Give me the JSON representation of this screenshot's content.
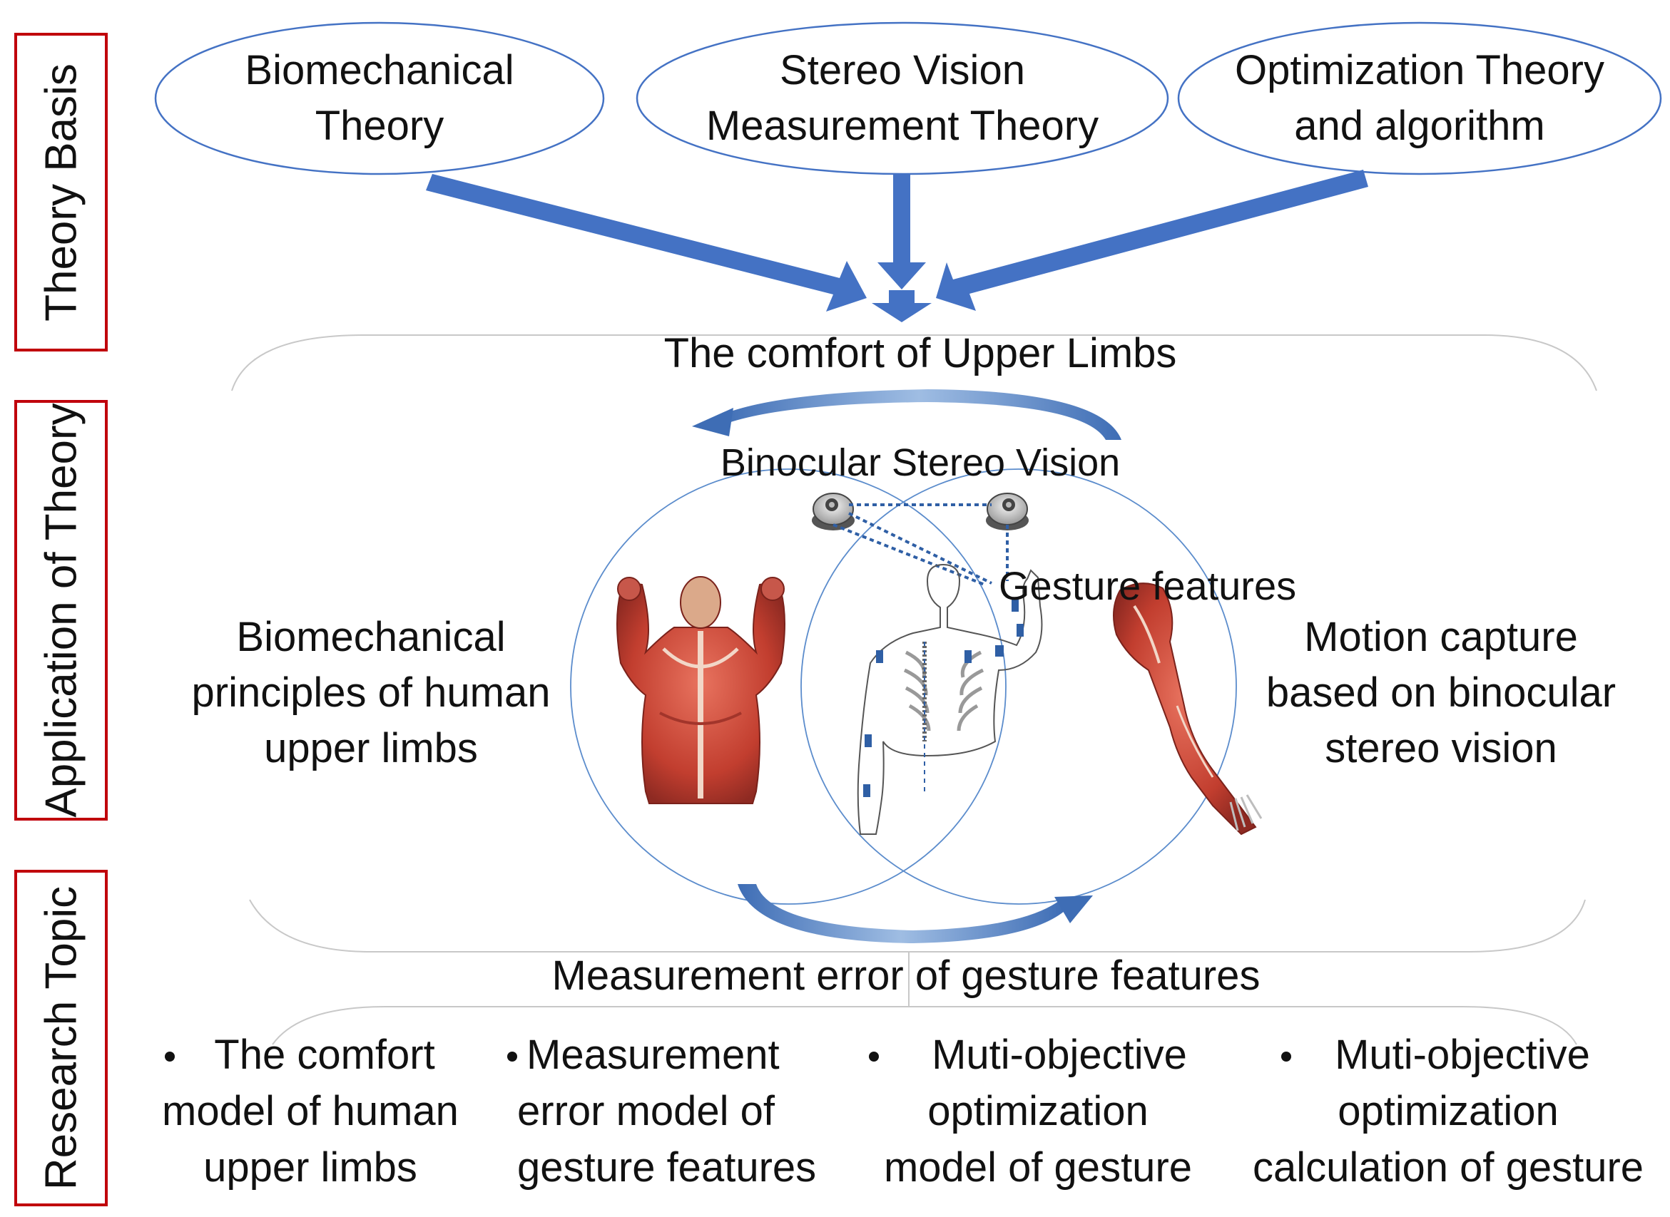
{
  "side_labels": {
    "theory_basis": "Theory Basis",
    "application": "Application of Theory",
    "research": "Research Topic"
  },
  "theories": {
    "bio_line1": "Biomechanical",
    "bio_line2": "Theory",
    "stereo_line1": "Stereo Vision",
    "stereo_line2": "Measurement Theory",
    "opt_line1": "Optimization Theory",
    "opt_line2": "and algorithm"
  },
  "center": {
    "comfort": "The comfort of Upper Limbs",
    "binocular": "Binocular Stereo Vision",
    "gesture": "Gesture features",
    "measurement_error": "Measurement error of gesture features"
  },
  "left_text": {
    "line1": "Biomechanical",
    "line2": "principles of human",
    "line3": "upper limbs"
  },
  "right_text": {
    "line1": "Motion capture",
    "line2": "based on binocular",
    "line3": "stereo vision"
  },
  "topics": {
    "t1_line1": "The  comfort",
    "t1_line2": "model of human",
    "t1_line3": "upper limbs",
    "t2_line1": "Measurement",
    "t2_line2": "error model of",
    "t2_line3": "gesture features",
    "t3_line1": "Muti-objective",
    "t3_line2": "optimization",
    "t3_line3": "model of gesture",
    "t4_line1": "Muti-objective",
    "t4_line2": "optimization",
    "t4_line3": "calculation of gesture"
  },
  "colors": {
    "arrow_blue": "#4472c4",
    "ellipse_stroke": "#4472c4",
    "side_box_border": "#c0000b",
    "circle_stroke": "#5b8ccc",
    "muscle_red": "#c9473a"
  }
}
